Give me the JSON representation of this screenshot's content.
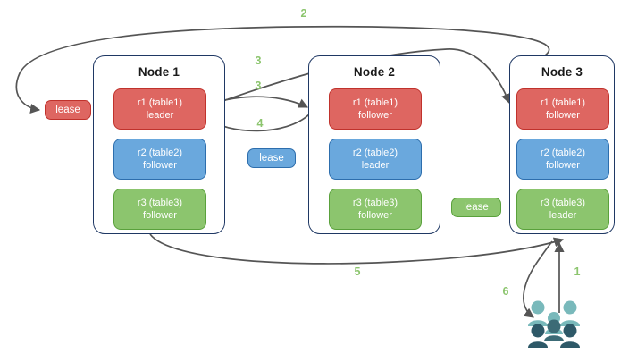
{
  "diagram": {
    "title": "raft-leases-node-diagram",
    "background": "#ffffff",
    "palette": {
      "red": "#de6661",
      "red_border": "#c0322c",
      "blue": "#6aa8dd",
      "blue_border": "#2d6ead",
      "green": "#8cc56e",
      "green_border": "#5aa13c",
      "node_border": "#1f3864",
      "arrow": "#555555",
      "label": "#8cc56e",
      "user_light": "#76b5b8",
      "user_dark": "#2e5968"
    }
  },
  "nodes": [
    {
      "title": "Node 1",
      "replicas": [
        {
          "name": "r1 (table1)",
          "role": "leader",
          "color": "red"
        },
        {
          "name": "r2 (table2)",
          "role": "follower",
          "color": "blue"
        },
        {
          "name": "r3 (table3)",
          "role": "follower",
          "color": "green"
        }
      ]
    },
    {
      "title": "Node 2",
      "replicas": [
        {
          "name": "r1 (table1)",
          "role": "follower",
          "color": "red"
        },
        {
          "name": "r2 (table2)",
          "role": "leader",
          "color": "blue"
        },
        {
          "name": "r3 (table3)",
          "role": "follower",
          "color": "green"
        }
      ]
    },
    {
      "title": "Node 3",
      "replicas": [
        {
          "name": "r1 (table1)",
          "role": "follower",
          "color": "red"
        },
        {
          "name": "r2 (table2)",
          "role": "follower",
          "color": "blue"
        },
        {
          "name": "r3 (table3)",
          "role": "leader",
          "color": "green"
        }
      ]
    }
  ],
  "leases": [
    {
      "label": "lease",
      "color": "red"
    },
    {
      "label": "lease",
      "color": "blue"
    },
    {
      "label": "lease",
      "color": "green"
    }
  ],
  "edge_labels": [
    {
      "text": "1"
    },
    {
      "text": "2"
    },
    {
      "text": "3"
    },
    {
      "text": "3"
    },
    {
      "text": "4"
    },
    {
      "text": "5"
    },
    {
      "text": "6"
    }
  ],
  "icons": {
    "users": "users-group-icon"
  }
}
